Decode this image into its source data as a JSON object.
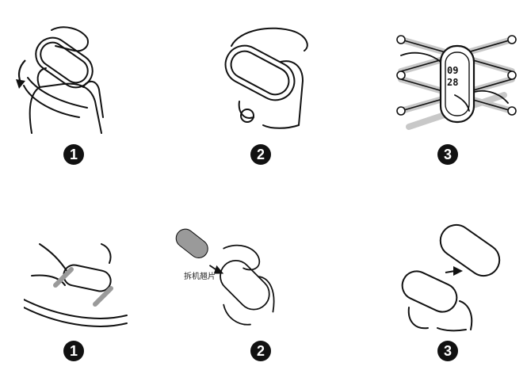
{
  "colors": {
    "ink": "#111111",
    "paper": "#ffffff",
    "shade": "#9a9a9a",
    "strap": "#c8c8c8"
  },
  "removal_steps": [
    {
      "number": "1",
      "icon": "tracker-tilt-out-illustration"
    },
    {
      "number": "2",
      "icon": "tracker-pull-out-illustration"
    },
    {
      "number": "3",
      "icon": "tracker-on-strap-illustration",
      "screen_time": {
        "hour": "09",
        "minute": "28"
      }
    }
  ],
  "install_steps": [
    {
      "number": "1",
      "icon": "strap-tool-illustration"
    },
    {
      "number": "2",
      "icon": "removal-card-illustration",
      "label": "拆机翘片"
    },
    {
      "number": "3",
      "icon": "tracker-insert-illustration"
    }
  ]
}
